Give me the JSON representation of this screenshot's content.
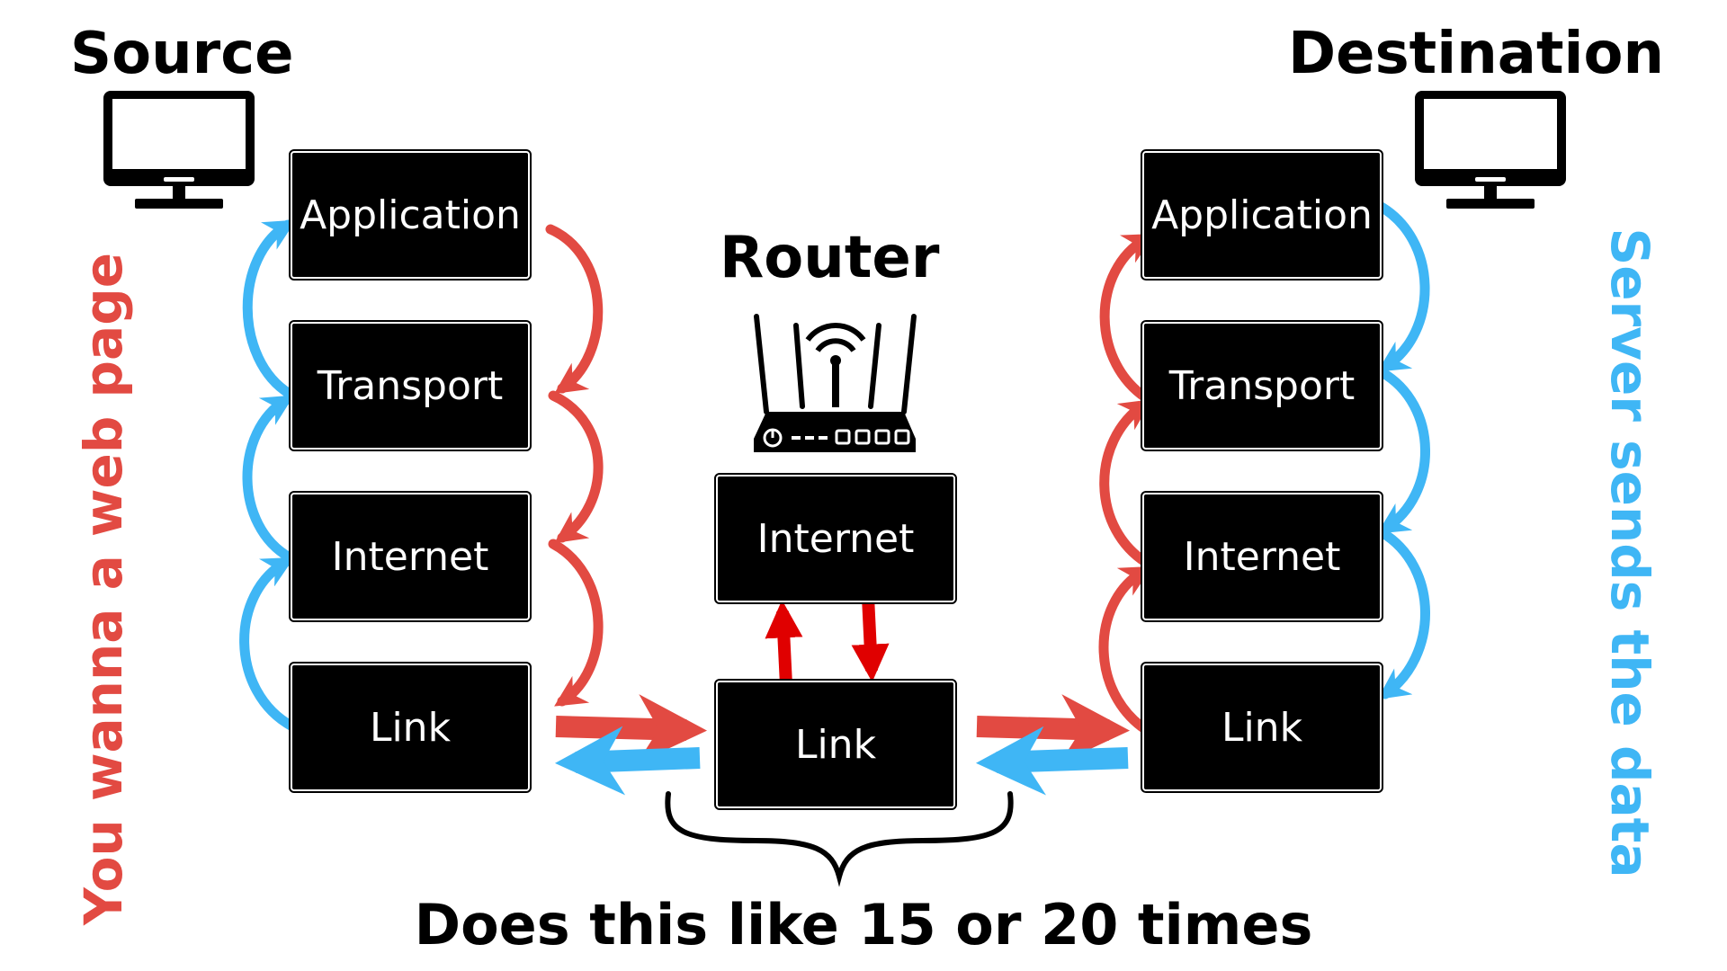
{
  "titles": {
    "source": "Source",
    "destination": "Destination",
    "router": "Router",
    "caption": "Does this like 15 or 20 times"
  },
  "side_labels": {
    "left": "You wanna a web page",
    "right": "Server sends the data"
  },
  "source_stack": [
    "Application",
    "Transport",
    "Internet",
    "Link"
  ],
  "router_stack": [
    "Internet",
    "Link"
  ],
  "destination_stack": [
    "Application",
    "Transport",
    "Internet",
    "Link"
  ],
  "colors": {
    "request_arrow": "#e24a42",
    "response_arrow": "#3fb6f5",
    "router_arrow": "#e00000",
    "layer_box": "#000000",
    "layer_text": "#ffffff"
  },
  "icons": {
    "source": "monitor-icon",
    "destination": "monitor-icon",
    "router": "wifi-router-icon"
  }
}
